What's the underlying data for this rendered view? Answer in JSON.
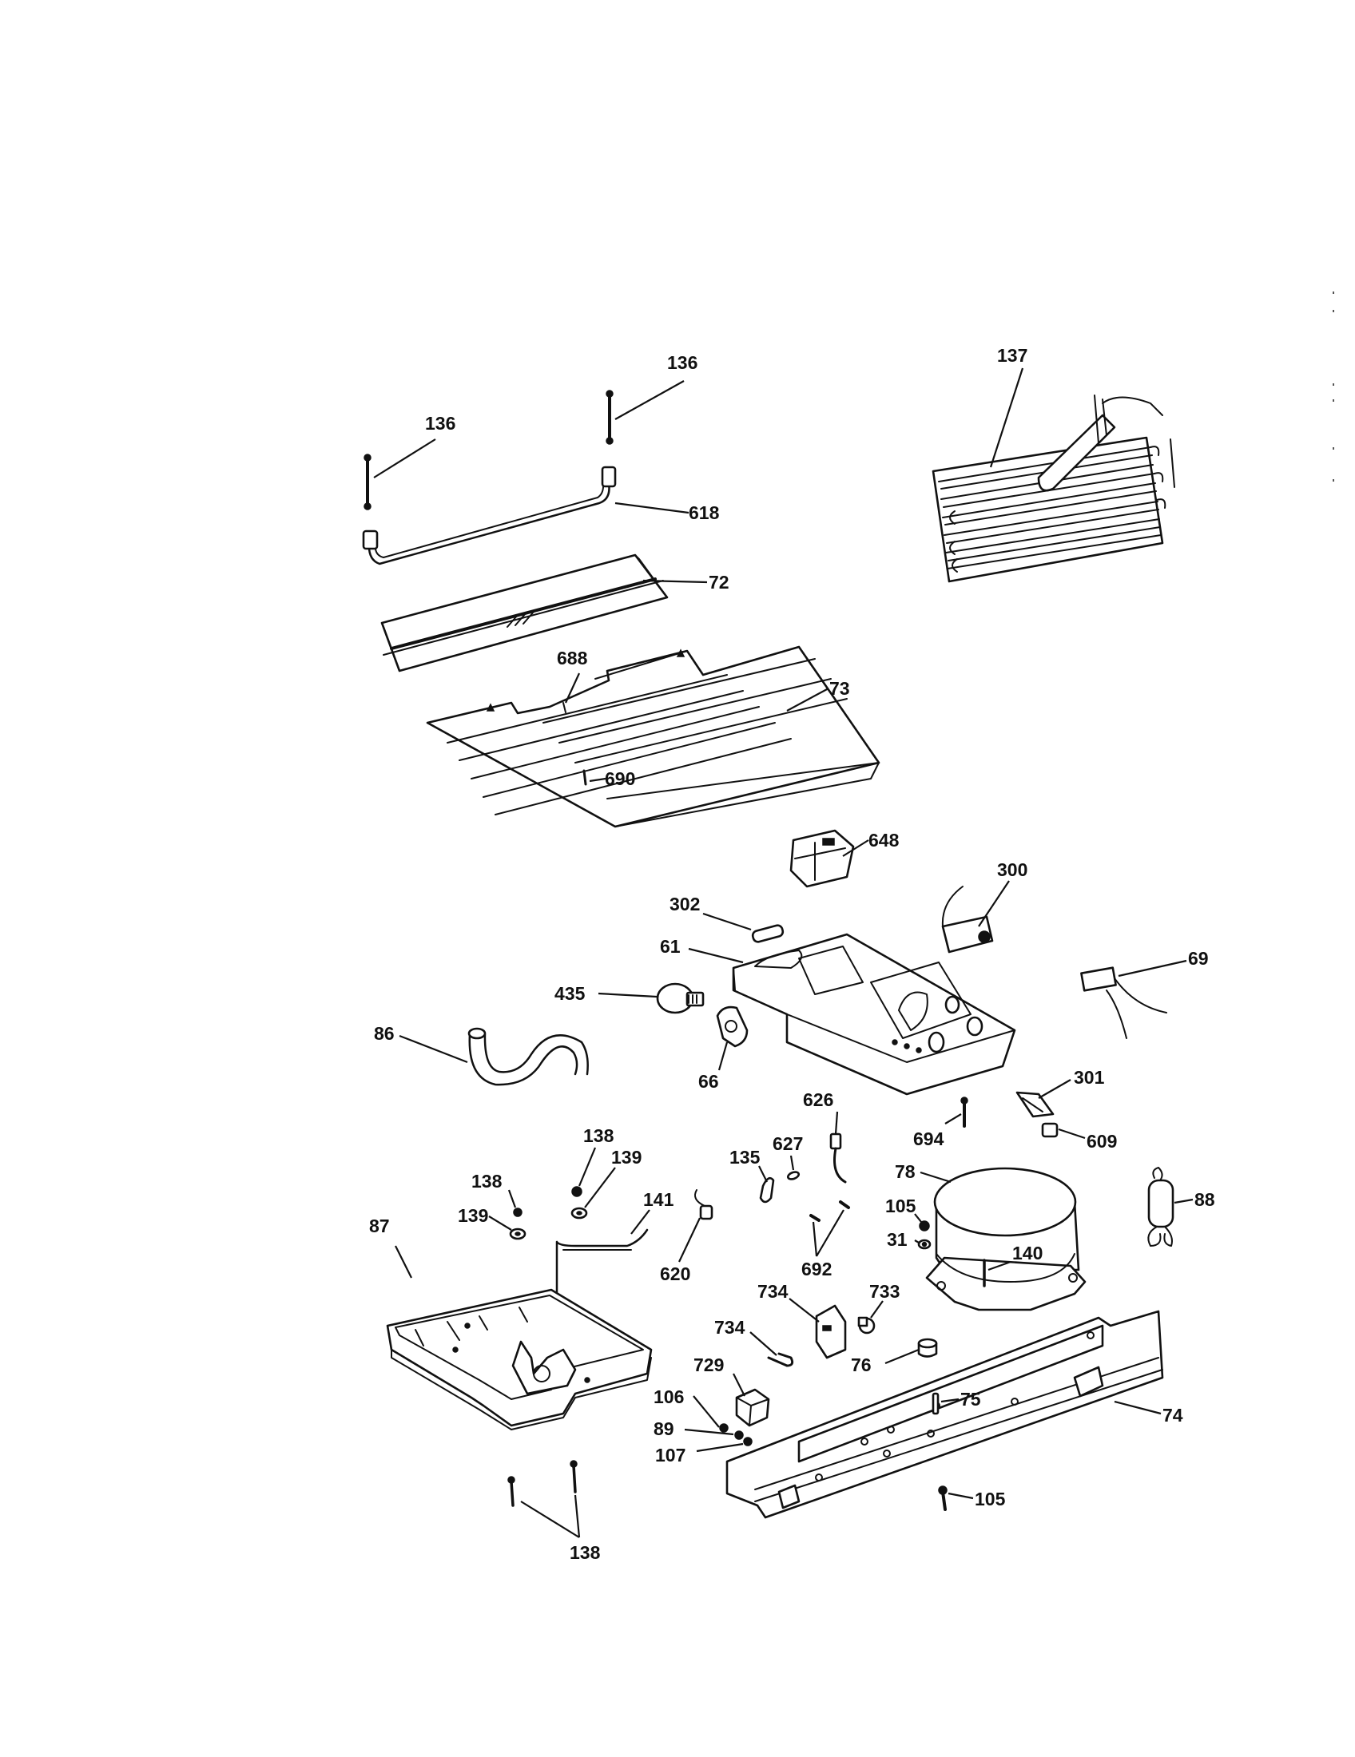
{
  "callouts": [
    {
      "id": "c136a",
      "label": "136"
    },
    {
      "id": "c136b",
      "label": "136"
    },
    {
      "id": "c618",
      "label": "618"
    },
    {
      "id": "c137",
      "label": "137"
    },
    {
      "id": "c72",
      "label": "72"
    },
    {
      "id": "c688",
      "label": "688"
    },
    {
      "id": "c73",
      "label": "73"
    },
    {
      "id": "c690",
      "label": "690"
    },
    {
      "id": "c648",
      "label": "648"
    },
    {
      "id": "c302",
      "label": "302"
    },
    {
      "id": "c300",
      "label": "300"
    },
    {
      "id": "c61",
      "label": "61"
    },
    {
      "id": "c69",
      "label": "69"
    },
    {
      "id": "c435",
      "label": "435"
    },
    {
      "id": "c86",
      "label": "86"
    },
    {
      "id": "c66",
      "label": "66"
    },
    {
      "id": "c301",
      "label": "301"
    },
    {
      "id": "c626",
      "label": "626"
    },
    {
      "id": "c694",
      "label": "694"
    },
    {
      "id": "c609",
      "label": "609"
    },
    {
      "id": "c138a",
      "label": "138"
    },
    {
      "id": "c627",
      "label": "627"
    },
    {
      "id": "c139a",
      "label": "139"
    },
    {
      "id": "c138b",
      "label": "138"
    },
    {
      "id": "c135",
      "label": "135"
    },
    {
      "id": "c78",
      "label": "78"
    },
    {
      "id": "c141",
      "label": "141"
    },
    {
      "id": "c139b",
      "label": "139"
    },
    {
      "id": "c105a",
      "label": "105"
    },
    {
      "id": "c88",
      "label": "88"
    },
    {
      "id": "c87",
      "label": "87"
    },
    {
      "id": "c31",
      "label": "31"
    },
    {
      "id": "c692",
      "label": "692"
    },
    {
      "id": "c140",
      "label": "140"
    },
    {
      "id": "c620",
      "label": "620"
    },
    {
      "id": "c734a",
      "label": "734"
    },
    {
      "id": "c733",
      "label": "733"
    },
    {
      "id": "c734b",
      "label": "734"
    },
    {
      "id": "c76",
      "label": "76"
    },
    {
      "id": "c729",
      "label": "729"
    },
    {
      "id": "c75",
      "label": "75"
    },
    {
      "id": "c106",
      "label": "106"
    },
    {
      "id": "c74",
      "label": "74"
    },
    {
      "id": "c89",
      "label": "89"
    },
    {
      "id": "c107",
      "label": "107"
    },
    {
      "id": "c105b",
      "label": "105"
    },
    {
      "id": "c138c",
      "label": "138"
    }
  ]
}
